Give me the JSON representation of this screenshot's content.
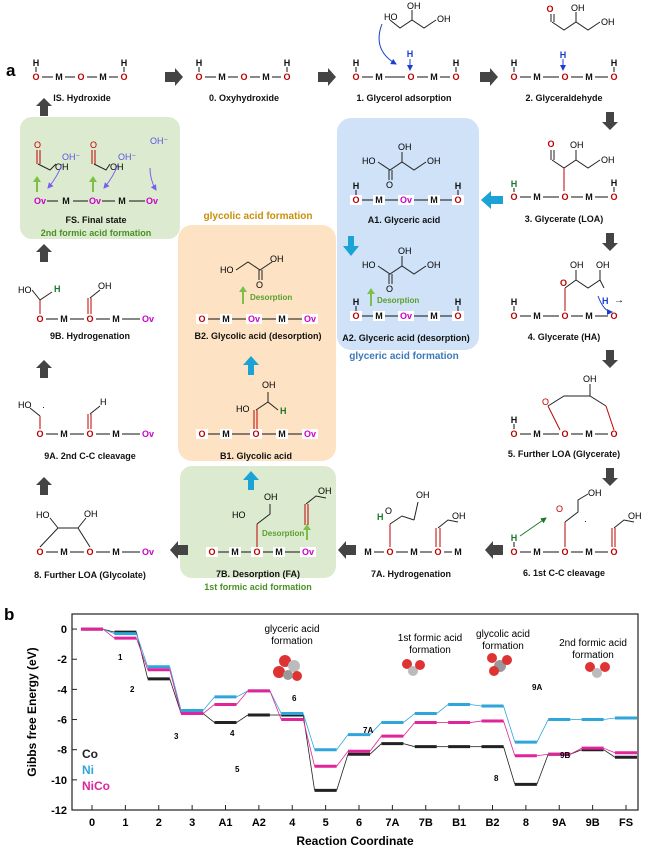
{
  "panel_a": {
    "label": "a",
    "states": {
      "IS": "IS. Hydroxide",
      "s0": "0. Oxyhydroxide",
      "s1": "1. Glycerol adsorption",
      "s2": "2. Glyceraldehyde",
      "s3": "3. Glycerate (LOA)",
      "s4": "4. Glycerate (HA)",
      "s5": "5. Further LOA (Glycerate)",
      "s6": "6. 1st C-C cleavage",
      "s7A": "7A. Hydrogenation",
      "s7B": "7B. Desorption (FA)",
      "s8": "8. Further LOA (Glycolate)",
      "s9A": "9A. 2nd C-C cleavage",
      "s9B": "9B. Hydrogenation",
      "FS": "FS. Final state",
      "A1": "A1. Glyceric acid",
      "A2": "A2. Glyceric acid (desorption)",
      "B1": "B1. Glycolic acid",
      "B2": "B2. Glycolic acid  (desorption)"
    },
    "groups": {
      "glycolic": "glycolic acid formation",
      "glyceric": "glyceric acid formation",
      "formic1": "1st formic acid formation",
      "formic2": "2nd formic acid formation"
    },
    "desorption": "Desorption",
    "atoms": {
      "O": "O",
      "M": "M",
      "H": "H",
      "Ov": "Ov",
      "OH": "OH",
      "OHminus": "OH⁻",
      "HO": "HO"
    },
    "colors": {
      "blue_box": "#cfe2f7",
      "orange_box": "#fde3c4",
      "green_box": "#dcebcf",
      "arrow_blue": "#1ba3d6",
      "arrow_gray": "#444444"
    }
  },
  "panel_b": {
    "label": "b",
    "annotations": {
      "glyceric": "glyceric acid formation",
      "formic1": "1st formic acid formation",
      "glycolic": "glycolic acid formation",
      "formic2": "2nd formic acid formation"
    },
    "step_labels": [
      "1",
      "2",
      "3",
      "4",
      "5",
      "6",
      "7A",
      "8",
      "9A",
      "9B"
    ]
  },
  "chart_data": {
    "type": "line",
    "title": "",
    "xlabel": "Reaction Coordinate",
    "ylabel": "Gibbs free  Energy (eV)",
    "categories": [
      "0",
      "1",
      "2",
      "3",
      "A1",
      "A2",
      "4",
      "5",
      "6",
      "7A",
      "7B",
      "B1",
      "B2",
      "8",
      "9A",
      "9B",
      "FS"
    ],
    "ylim": [
      -12,
      1
    ],
    "yticks": [
      0,
      -2,
      -4,
      -6,
      -8,
      -10,
      -12
    ],
    "legend_position": "bottom-left",
    "series": [
      {
        "name": "Co",
        "color": "#222222",
        "values": [
          0,
          -0.2,
          -3.3,
          -5.6,
          -6.2,
          -5.7,
          -5.7,
          -10.7,
          -8.3,
          -7.6,
          -7.8,
          -7.8,
          -7.8,
          -10.3,
          -8.3,
          -8.0,
          -8.5
        ]
      },
      {
        "name": "Ni",
        "color": "#2fa6db",
        "values": [
          0,
          -0.3,
          -2.5,
          -5.4,
          -4.5,
          -4.1,
          -5.6,
          -8.0,
          -7.0,
          -6.2,
          -5.6,
          -5.0,
          -5.1,
          -7.5,
          -6.0,
          -6.0,
          -5.9
        ]
      },
      {
        "name": "NiCo",
        "color": "#e0249a",
        "values": [
          0,
          -0.6,
          -2.7,
          -5.6,
          -5.0,
          -4.1,
          -6.0,
          -9.1,
          -8.1,
          -7.1,
          -6.2,
          -6.2,
          -6.1,
          -8.4,
          -8.3,
          -7.9,
          -8.2
        ]
      }
    ]
  }
}
